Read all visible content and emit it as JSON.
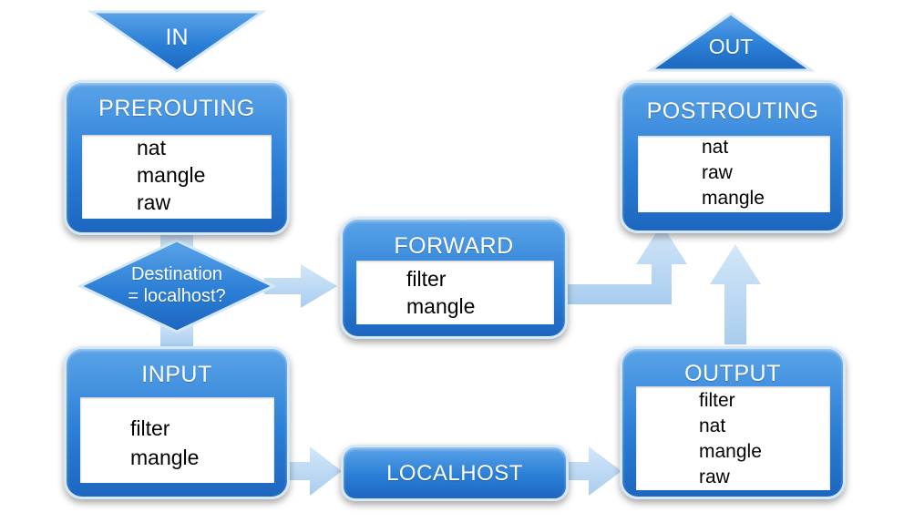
{
  "colors": {
    "box_gradient_top": "#5aa3e8",
    "box_gradient_bottom": "#1d66bf",
    "arrow_fill": "#bcd9f3",
    "box_border": "#d6e8f8"
  },
  "entry": {
    "label": "IN"
  },
  "exit": {
    "label": "OUT"
  },
  "decision": {
    "line1": "Destination",
    "line2": "= localhost?"
  },
  "chains": {
    "prerouting": {
      "title": "PREROUTING",
      "tables": [
        "nat",
        "mangle",
        "raw"
      ]
    },
    "forward": {
      "title": "FORWARD",
      "tables": [
        "filter",
        "mangle"
      ]
    },
    "postrouting": {
      "title": "POSTROUTING",
      "tables": [
        "nat",
        "raw",
        "mangle"
      ]
    },
    "input": {
      "title": "INPUT",
      "tables": [
        "filter",
        "mangle"
      ]
    },
    "output": {
      "title": "OUTPUT",
      "tables": [
        "filter",
        "nat",
        "mangle",
        "raw"
      ]
    },
    "localhost": {
      "title": "LOCALHOST"
    }
  }
}
